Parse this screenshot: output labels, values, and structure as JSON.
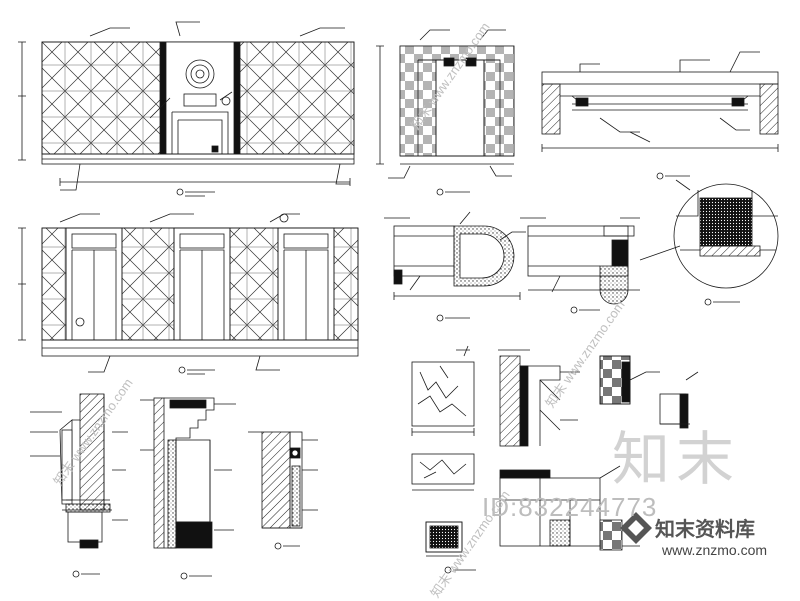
{
  "watermark": {
    "id_text": "ID:832244773",
    "big_cn": "知末",
    "side_text": "知末 www.znzmo.com",
    "brand_cn": "知末资料库",
    "brand_url": "www.znzmo.com"
  },
  "colors": {
    "line": "#1a1a1a",
    "hatch": "#2b2b2b",
    "watermark": "#c8c8c8"
  }
}
